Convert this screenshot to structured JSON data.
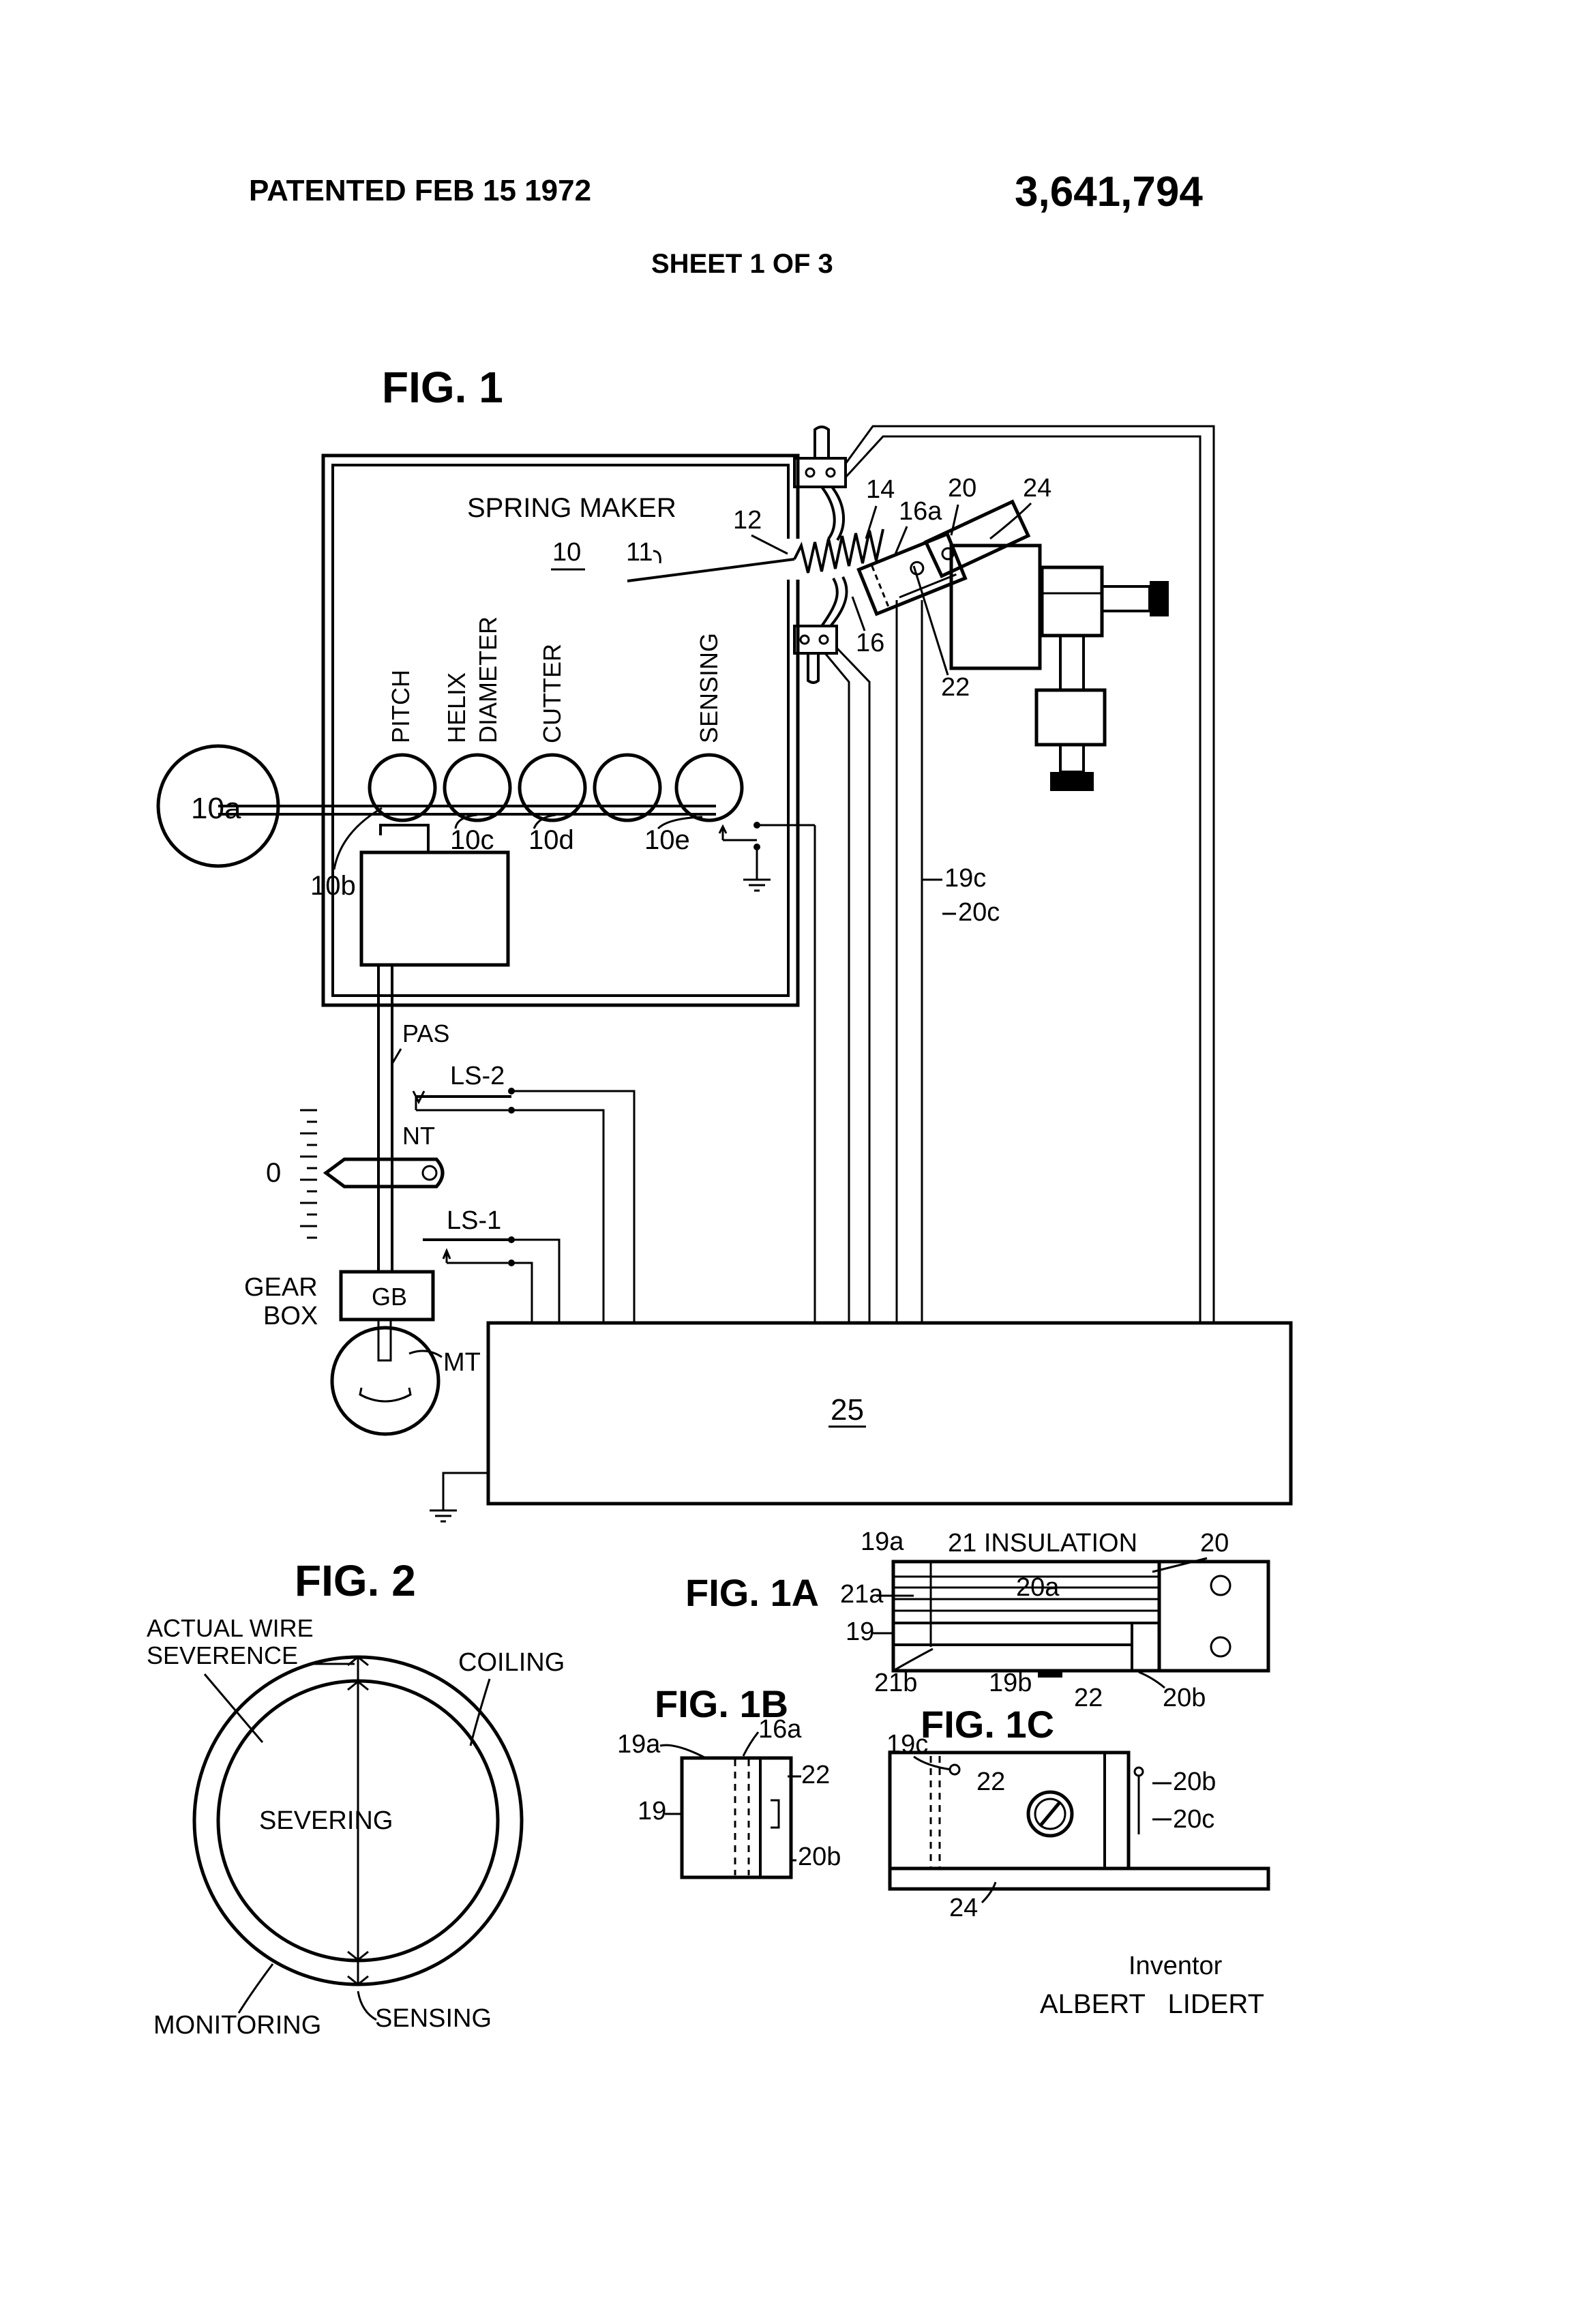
{
  "header": {
    "patented": "PATENTED FEB 15 1972",
    "patent_number": "3,641,794",
    "sheet": "SHEET 1 OF 3"
  },
  "fig1": {
    "title": "FIG. 1",
    "spring_maker": "SPRING MAKER",
    "ref_10": "10",
    "ref_11": "11",
    "ref_12": "12",
    "ref_14": "14",
    "ref_16": "16",
    "ref_16a": "16a",
    "ref_20": "20",
    "ref_22": "22",
    "ref_24": "24",
    "ref_10a": "10a",
    "ref_10b": "10b",
    "ref_10c": "10c",
    "ref_10d": "10d",
    "ref_10e": "10e",
    "pitch": "PITCH",
    "helix": "HELIX",
    "diameter": "DIAMETER",
    "cutter": "CUTTER",
    "sensing": "SENSING",
    "ref_19c": "19c",
    "ref_20c": "20c",
    "pas": "PAS",
    "ls2": "LS-2",
    "nt": "NT",
    "zero": "0",
    "ls1": "LS-1",
    "gear": "GEAR",
    "box": "BOX",
    "gb": "GB",
    "mt": "MT",
    "ref_25": "25"
  },
  "fig2": {
    "title": "FIG. 2",
    "actual_wire": "ACTUAL WIRE",
    "severence": "SEVERENCE",
    "coiling": "COILING",
    "severing": "SEVERING",
    "monitoring": "MONITORING",
    "sensing": "SENSING"
  },
  "fig1a": {
    "title": "FIG. 1A",
    "ref_19a": "19a",
    "insulation": "21 INSULATION",
    "ref_20": "20",
    "ref_21a": "21a",
    "ref_20a": "20a",
    "ref_19": "19",
    "ref_21b": "21b",
    "ref_19b": "19b",
    "ref_22": "22",
    "ref_20b": "20b"
  },
  "fig1b": {
    "title": "FIG. 1B",
    "ref_19a": "19a",
    "ref_16a": "16a",
    "ref_22": "22",
    "ref_19": "19",
    "ref_20b": "20b"
  },
  "fig1c": {
    "title": "FIG. 1C",
    "ref_19c": "19c",
    "ref_22": "22",
    "ref_20b": "20b",
    "ref_20c": "20c",
    "ref_24": "24"
  },
  "inventor": {
    "label": "Inventor",
    "name": "ALBERT   LIDERT"
  }
}
